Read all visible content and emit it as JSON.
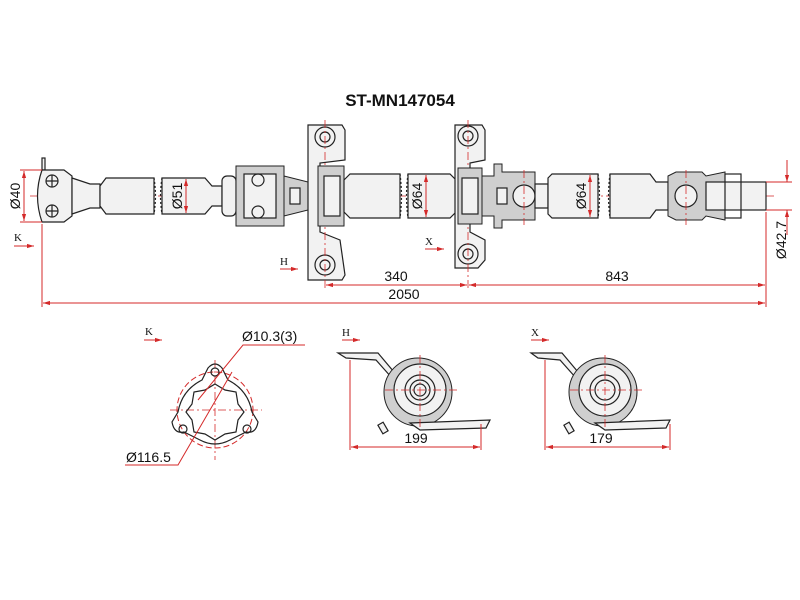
{
  "title": "ST-MN147054",
  "colors": {
    "dimension": "#d42a2a",
    "outline": "#222222"
  },
  "main_view": {
    "diameters": [
      "Ø40",
      "Ø51",
      "Ø64",
      "Ø64",
      "Ø42.7"
    ],
    "lengths": {
      "center_to_center": "340",
      "center_to_end": "843",
      "overall": "2050"
    },
    "view_markers": [
      "K",
      "H",
      "X"
    ]
  },
  "detail_k": {
    "label": "K",
    "bolt_hole": "Ø10.3(3)",
    "pcd": "Ø116.5"
  },
  "detail_h": {
    "label": "H",
    "width": "199"
  },
  "detail_x": {
    "label": "X",
    "width": "179"
  }
}
